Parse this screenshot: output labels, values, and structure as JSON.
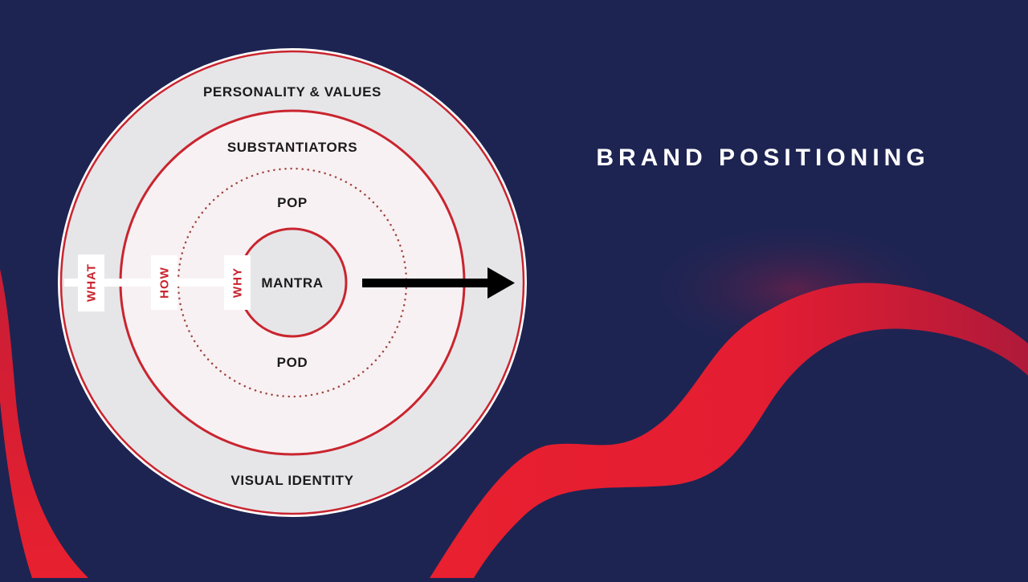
{
  "title": "BRAND POSITIONING",
  "diagram": {
    "rings": {
      "outer_top": "PERSONALITY & VALUES",
      "outer_bottom": "VISUAL IDENTITY",
      "middle_top": "SUBSTANTIATORS",
      "dotted_top": "POP",
      "dotted_bottom": "POD",
      "core": "MANTRA"
    },
    "side_labels": {
      "what": "WHAT",
      "how": "HOW",
      "why": "WHY"
    }
  },
  "colors": {
    "background": "#1d2452",
    "accent_red": "#c9252f",
    "ring_fill": "#e6e6e9",
    "inner_fill": "#f8f1f3"
  }
}
